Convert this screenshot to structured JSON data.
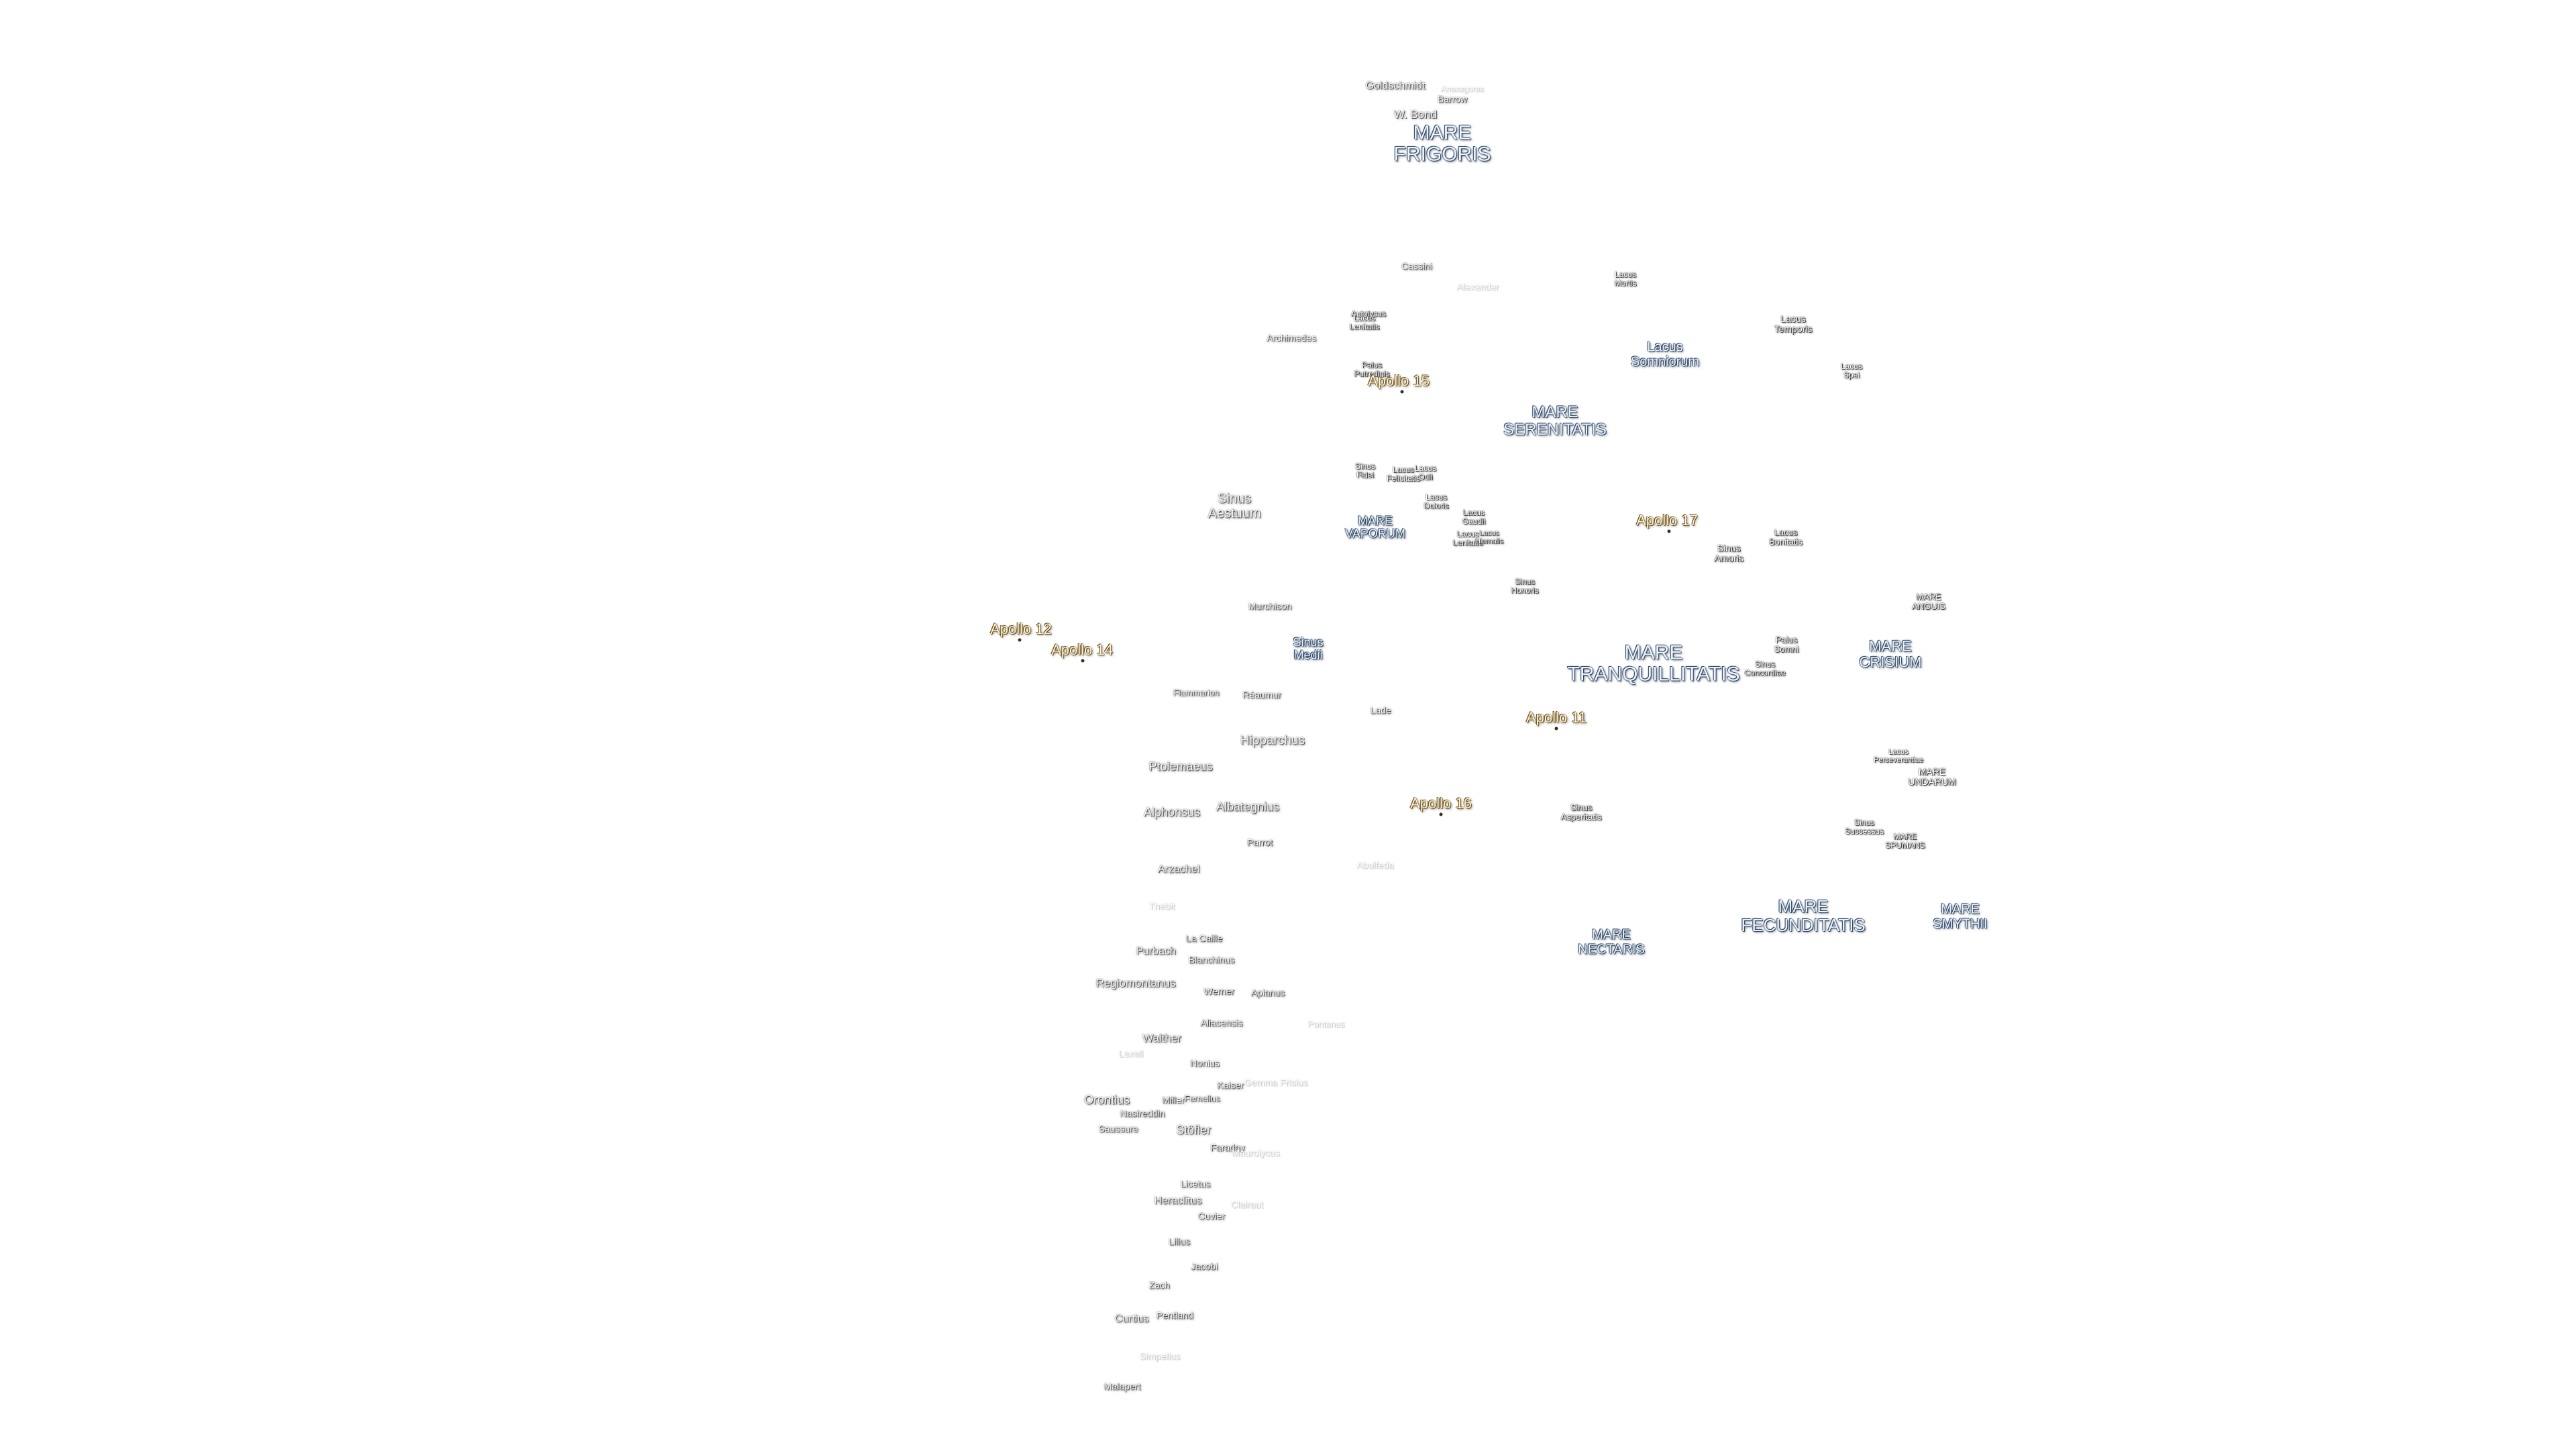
{
  "labels": [
    {
      "text": "Goldschmidt",
      "style": "crater"
    },
    {
      "text": "Anaxagoras",
      "style": "faint"
    },
    {
      "text": "Barrow",
      "style": "crater"
    },
    {
      "text": "W. Bond",
      "style": "crater"
    },
    {
      "text": "MARE\nFRIGORIS",
      "style": "mare"
    },
    {
      "text": "Cassini",
      "style": "crater"
    },
    {
      "text": "Alexander",
      "style": "faint"
    },
    {
      "text": "Lacus\nMortis",
      "style": "small"
    },
    {
      "text": "Lacus\nTemporis",
      "style": "small"
    },
    {
      "text": "Autolycus",
      "style": "small"
    },
    {
      "text": "Lacus\nLenitatis",
      "style": "small"
    },
    {
      "text": "Archimedes",
      "style": "crater"
    },
    {
      "text": "Lacus\nSomniorum",
      "style": "mare"
    },
    {
      "text": "Lacus\nSpei",
      "style": "small"
    },
    {
      "text": "Palus\nPutredinis",
      "style": "small"
    },
    {
      "text": "MARE\nSERENITATIS",
      "style": "mare"
    },
    {
      "text": "Sinus\nFidei",
      "style": "small"
    },
    {
      "text": "Lacus\nFelicitatis",
      "style": "small"
    },
    {
      "text": "Lacus\nOdii",
      "style": "small"
    },
    {
      "text": "Sinus\nAestuum",
      "style": "crater"
    },
    {
      "text": "Lacus\nDoloris",
      "style": "small"
    },
    {
      "text": "Lacus\nGaudii",
      "style": "small"
    },
    {
      "text": "MARE\nVAPORUM",
      "style": "mare"
    },
    {
      "text": "Lacus\nLenitatis",
      "style": "small"
    },
    {
      "text": "Lacus\nHiemalis",
      "style": "small"
    },
    {
      "text": "Sinus\nAmoris",
      "style": "small"
    },
    {
      "text": "Lacus\nBonitatis",
      "style": "small"
    },
    {
      "text": "Sinus\nHonoris",
      "style": "small"
    },
    {
      "text": "MARE\nANGUIS",
      "style": "small"
    },
    {
      "text": "Murchison",
      "style": "crater"
    },
    {
      "text": "Sinus\nMedii",
      "style": "mare"
    },
    {
      "text": "MARE\nTRANQUILLITATIS",
      "style": "mare"
    },
    {
      "text": "Palus\nSomni",
      "style": "small"
    },
    {
      "text": "Sinus\nConcordiae",
      "style": "small"
    },
    {
      "text": "MARE\nCRISIUM",
      "style": "mare"
    },
    {
      "text": "Flammarion",
      "style": "crater"
    },
    {
      "text": "Réaumur",
      "style": "crater"
    },
    {
      "text": "Lade",
      "style": "crater"
    },
    {
      "text": "Hipparchus",
      "style": "crater"
    },
    {
      "text": "Ptolemaeus",
      "style": "crater"
    },
    {
      "text": "Lacus\nPerseverantiae",
      "style": "small"
    },
    {
      "text": "MARE\nUNDARUM",
      "style": "small"
    },
    {
      "text": "Alphonsus",
      "style": "crater"
    },
    {
      "text": "Albategnius",
      "style": "crater"
    },
    {
      "text": "Sinus\nAsperitatis",
      "style": "small"
    },
    {
      "text": "Sinus\nSuccessus",
      "style": "small"
    },
    {
      "text": "MARE\nSPUMANS",
      "style": "small"
    },
    {
      "text": "Parrot",
      "style": "crater"
    },
    {
      "text": "Arzachel",
      "style": "crater"
    },
    {
      "text": "Abulfeda",
      "style": "faint"
    },
    {
      "text": "Thebit",
      "style": "faint"
    },
    {
      "text": "MARE\nFECUNDITATIS",
      "style": "mare"
    },
    {
      "text": "MARE\nSMYTHII",
      "style": "mare"
    },
    {
      "text": "MARE\nNECTARIS",
      "style": "mare"
    },
    {
      "text": "La Caille",
      "style": "crater"
    },
    {
      "text": "Purbach",
      "style": "crater"
    },
    {
      "text": "Blanchinus",
      "style": "crater"
    },
    {
      "text": "Regiomontanus",
      "style": "crater"
    },
    {
      "text": "Werner",
      "style": "crater"
    },
    {
      "text": "Apianus",
      "style": "crater"
    },
    {
      "text": "Aliacensis",
      "style": "crater"
    },
    {
      "text": "Pontanus",
      "style": "faint"
    },
    {
      "text": "Walther",
      "style": "crater"
    },
    {
      "text": "Lexell",
      "style": "faint"
    },
    {
      "text": "Nonius",
      "style": "crater"
    },
    {
      "text": "Kaiser",
      "style": "crater"
    },
    {
      "text": "Gemma Frisius",
      "style": "faint"
    },
    {
      "text": "Orontius",
      "style": "crater"
    },
    {
      "text": "Miller",
      "style": "crater"
    },
    {
      "text": "Fernelius",
      "style": "crater"
    },
    {
      "text": "Nasireddin",
      "style": "crater"
    },
    {
      "text": "Saussure",
      "style": "crater"
    },
    {
      "text": "Stöfler",
      "style": "crater"
    },
    {
      "text": "Faraday",
      "style": "crater"
    },
    {
      "text": "Maurolycus",
      "style": "faint"
    },
    {
      "text": "Licetus",
      "style": "crater"
    },
    {
      "text": "Heraclitus",
      "style": "crater"
    },
    {
      "text": "Clairaut",
      "style": "faint"
    },
    {
      "text": "Cuvier",
      "style": "crater"
    },
    {
      "text": "Lilius",
      "style": "crater"
    },
    {
      "text": "Jacobi",
      "style": "crater"
    },
    {
      "text": "Zach",
      "style": "crater"
    },
    {
      "text": "Curtius",
      "style": "crater"
    },
    {
      "text": "Pentland",
      "style": "crater"
    },
    {
      "text": "Simpelius",
      "style": "faint"
    },
    {
      "text": "Malapert",
      "style": "crater"
    }
  ],
  "apollo_sites": [
    {
      "text": "Apollo 15"
    },
    {
      "text": "Apollo 17"
    },
    {
      "text": "Apollo 12"
    },
    {
      "text": "Apollo 14"
    },
    {
      "text": "Apollo 11"
    },
    {
      "text": "Apollo 16"
    }
  ]
}
